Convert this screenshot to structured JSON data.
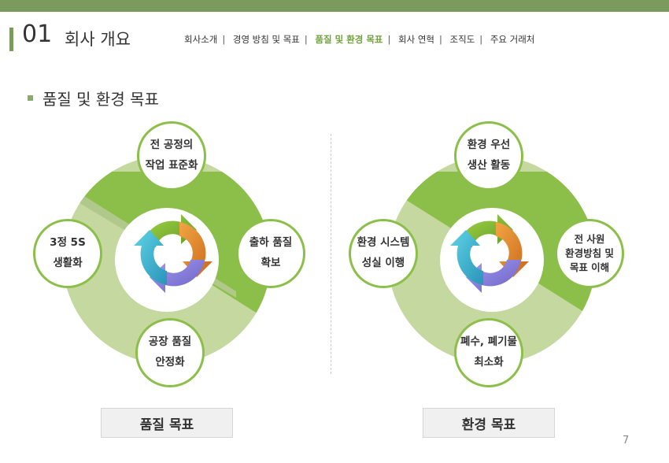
{
  "header": {
    "section_number": "01",
    "section_title": "회사 개요",
    "nav": [
      {
        "label": "회사소개",
        "active": false
      },
      {
        "label": "경영 방침 및 목표",
        "active": false
      },
      {
        "label": "품질 및 환경 목표",
        "active": true
      },
      {
        "label": "회사 연혁",
        "active": false
      },
      {
        "label": "조직도",
        "active": false
      },
      {
        "label": "주요 거래처",
        "active": false
      }
    ]
  },
  "subtitle": "품질 및 환경 목표",
  "quality": {
    "top": "전 공정의\n작업 표준화",
    "left": "3정 5S\n생활화",
    "right": "출하 품질\n확보",
    "bottom": "공장 품질\n안정화",
    "label": "품질 목표"
  },
  "environment": {
    "top": "환경 우선\n생산 활동",
    "left": "환경 시스템\n성실 이행",
    "right": "전 사원\n환경방침 및\n목표 이해",
    "bottom": "폐수, 폐기물\n최소화",
    "label": "환경 목표"
  },
  "page_number": "7",
  "colors": {
    "accent": "#7a9a5e",
    "dark_green": "#8cbf4a",
    "light_green": "#c5d8a0",
    "nav_active": "#6fa33c"
  },
  "icons": {
    "cycle": "recycle-arrows-icon"
  }
}
